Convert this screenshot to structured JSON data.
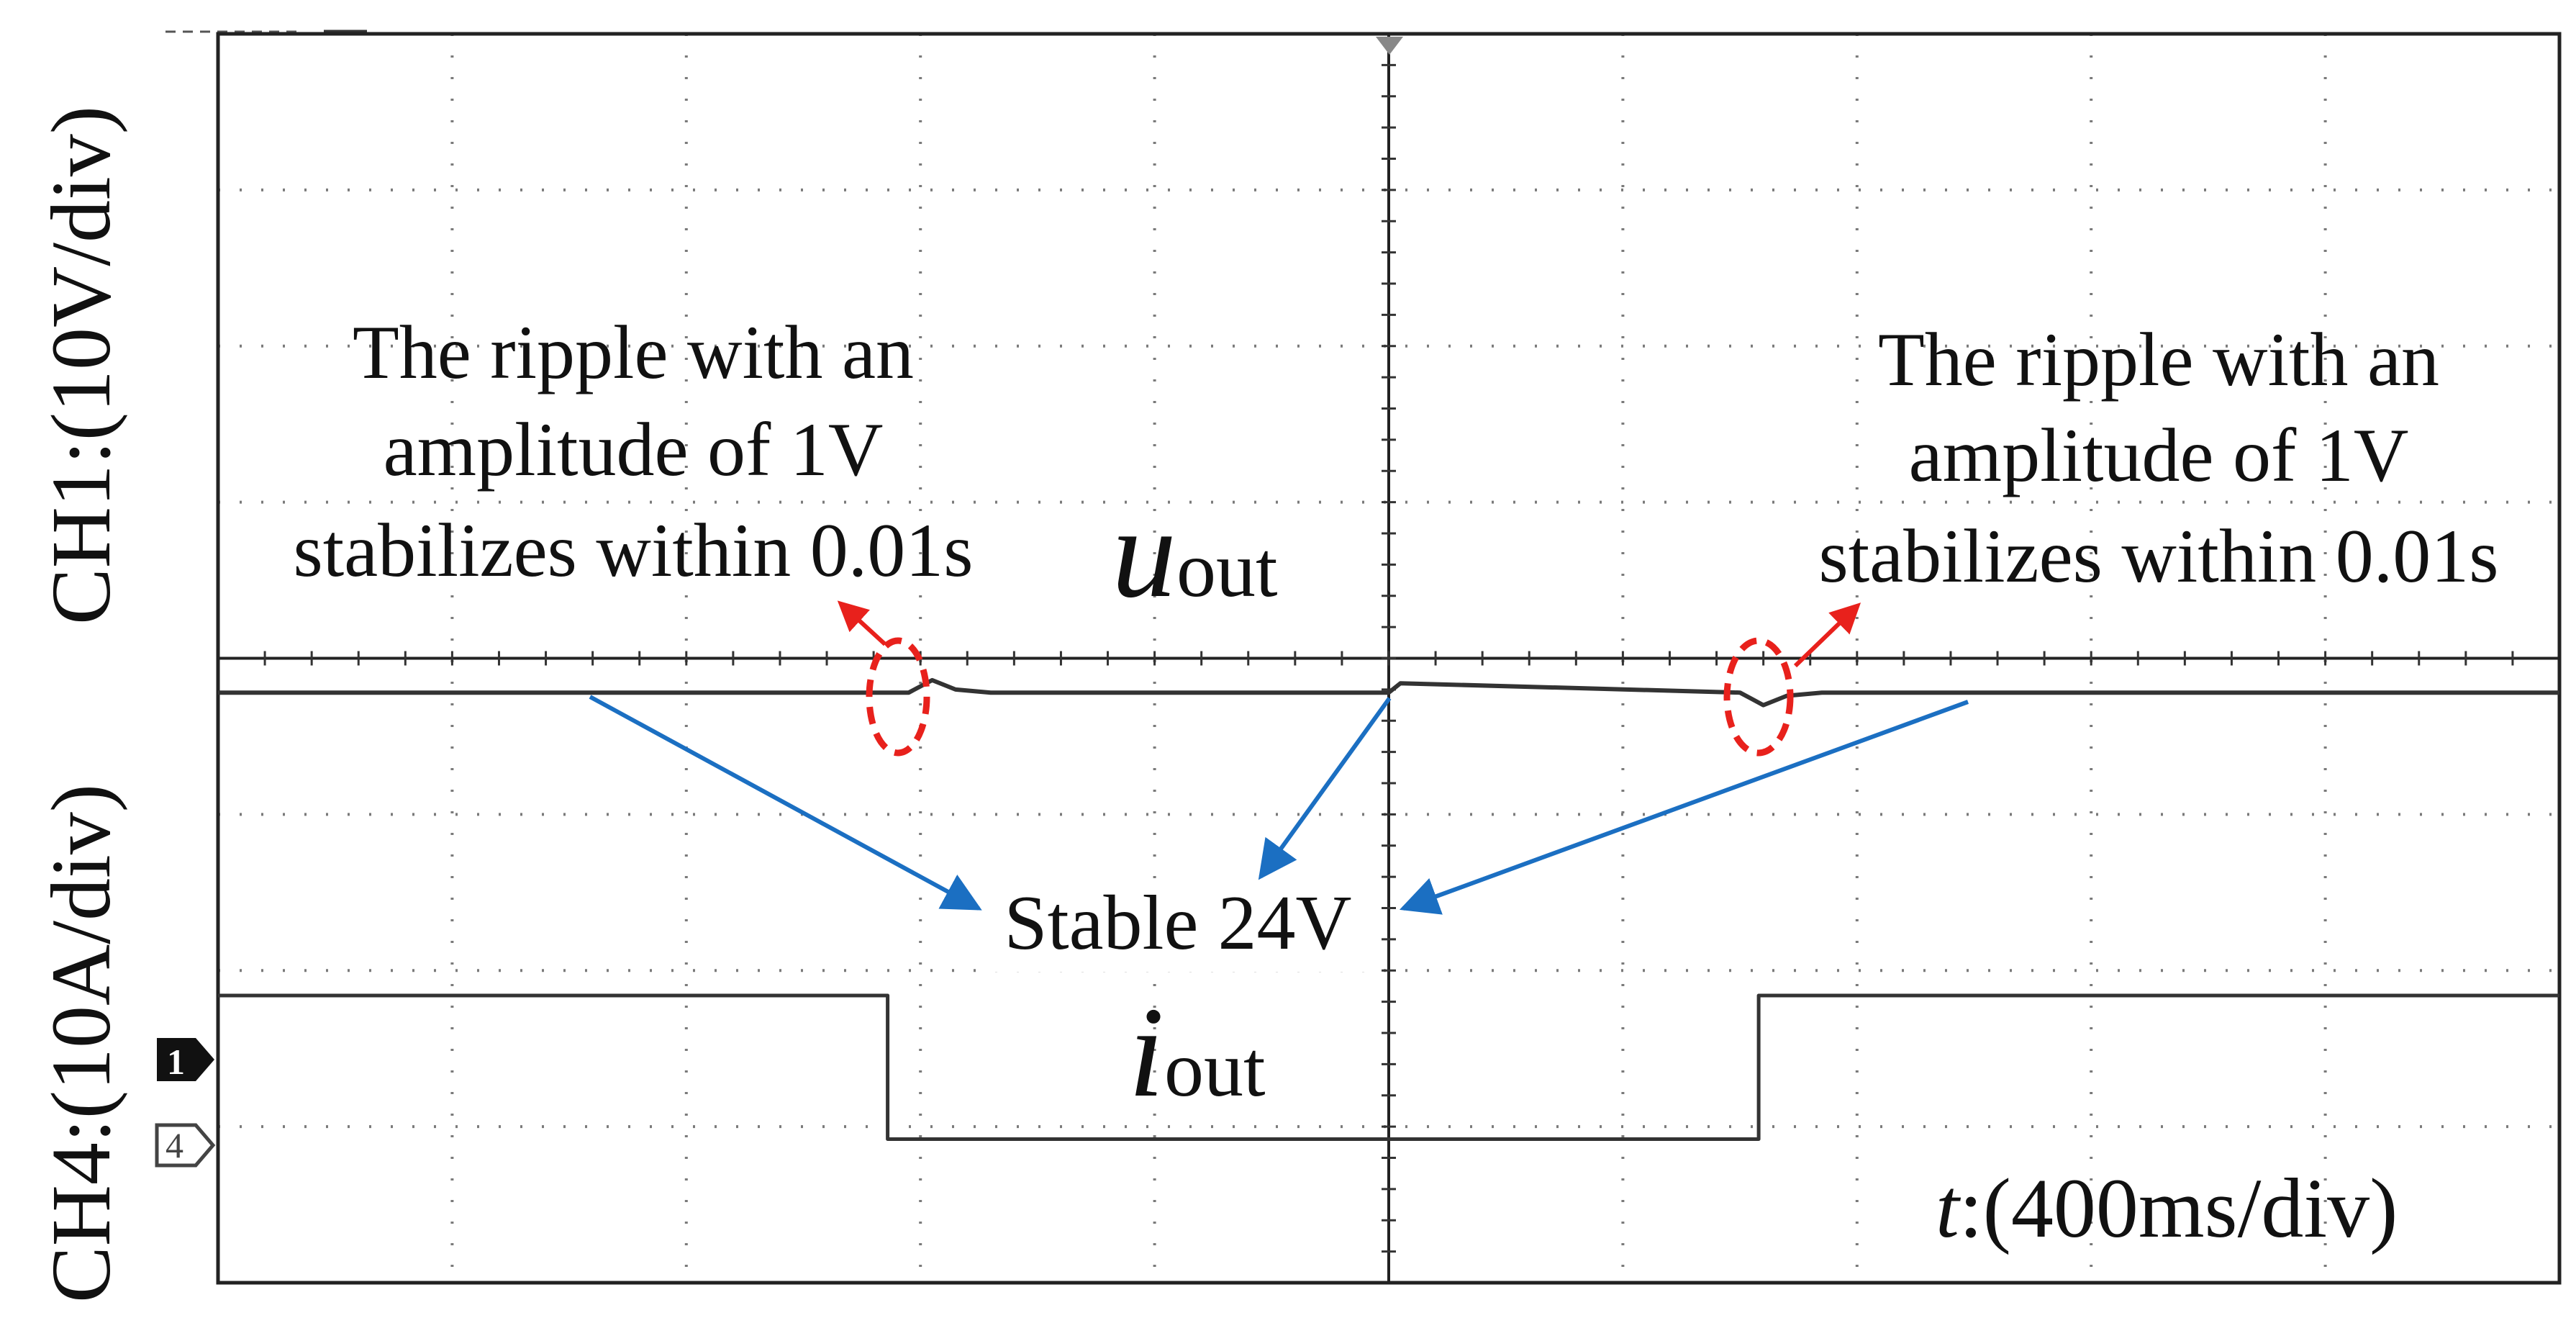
{
  "chart_data": {
    "type": "line",
    "title": "",
    "channels": [
      {
        "name": "CH1",
        "label": "CH1:(10V/div)",
        "scale": "10V/div",
        "trace_label": "u",
        "trace_sub": "out",
        "marker": "1"
      },
      {
        "name": "CH4",
        "label": "CH4:(10A/div)",
        "scale": "10A/div",
        "trace_label": "i",
        "trace_sub": "out",
        "marker": "4"
      }
    ],
    "time_axis": {
      "label_prefix": "t",
      "label_suffix": ":(400ms/div)",
      "scale": "400ms/div"
    },
    "grid": {
      "divisions_x": 10,
      "divisions_y": 8,
      "visible": true
    },
    "xlim": [
      0,
      10
    ],
    "ylim": [
      0,
      8
    ],
    "series": [
      {
        "name": "CH1",
        "color": "#333333",
        "x": [
          0,
          2.95,
          3.0,
          3.05,
          3.15,
          3.3,
          5.0,
          5.05,
          6.5,
          6.55,
          6.6,
          6.7,
          6.85,
          10
        ],
        "y": [
          3.78,
          3.78,
          3.82,
          3.86,
          3.8,
          3.78,
          3.78,
          3.84,
          3.78,
          3.74,
          3.7,
          3.76,
          3.78,
          3.78
        ]
      },
      {
        "name": "CH4",
        "color": "#333333",
        "x": [
          0,
          2.86,
          2.86,
          6.58,
          6.58,
          10
        ],
        "y": [
          1.84,
          1.84,
          0.92,
          0.92,
          1.84,
          1.84
        ]
      }
    ],
    "annotations": [
      {
        "id": "ripple-left",
        "lines": [
          "The ripple with an",
          "amplitude of 1V",
          "stabilizes within 0.01s"
        ],
        "color": "#e8211c"
      },
      {
        "id": "ripple-right",
        "lines": [
          "The ripple with an",
          "amplitude of 1V",
          "stabilizes within 0.01s"
        ],
        "color": "#e8211c"
      },
      {
        "id": "stable",
        "text": "Stable 24V",
        "color": "#1b6fc2"
      }
    ]
  }
}
